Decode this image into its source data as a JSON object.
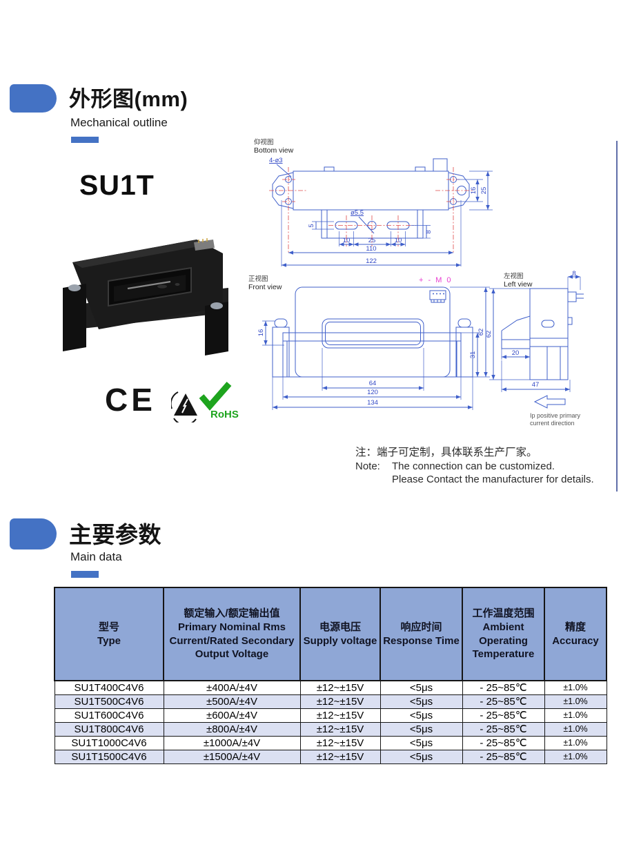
{
  "colors": {
    "accent": "#4472c4",
    "table_header_bg": "#8fa7d6",
    "table_row_alt": "#dbe0f2",
    "drawing_line_blue": "#3f5fca",
    "centerline_red": "#e04848",
    "connector_label_magenta": "#e83bd0",
    "rohs_green": "#1ea41e"
  },
  "outline_section": {
    "title": "外形图(mm)",
    "subtitle": "Mechanical outline",
    "product_name": "SU1T",
    "certifications": {
      "ce": "CE",
      "rohs": "RoHS",
      "check": "✓"
    },
    "bottom_view": {
      "label_zh": "仰视图",
      "label_en": "Bottom view",
      "dim_holes": "4-ø3",
      "dim_center_hole": "ø5.5",
      "dim_slot_height": "5",
      "dim_foot": "8",
      "dim_pitch_left": "10",
      "dim_center": "25",
      "dim_pitch_right": "10",
      "dim_body_width": "110",
      "dim_overall_width": "122",
      "dim_hole_span": "16",
      "dim_height": "25"
    },
    "front_view": {
      "label_zh": "正视图",
      "label_en": "Front view",
      "connector_label": "+ - M 0",
      "dim_tab": "16",
      "dim_overall_height": "62",
      "dim_base_height": "31",
      "dim_window_width": "64",
      "dim_inner_width": "120",
      "dim_overall_width": "134"
    },
    "left_view": {
      "label_zh": "左视图",
      "label_en": "Left view",
      "dim_connector": "8",
      "dim_overall_height": "62",
      "dim_foot_width": "20",
      "dim_depth": "47",
      "arrow_caption_line1": "Ip positive primary",
      "arrow_caption_line2": "current direction"
    },
    "note": {
      "zh": "注：端子可定制，具体联系生产厂家。",
      "label": "Note:",
      "line1": "The connection can be customized.",
      "line2": "Please Contact the manufacturer for details."
    }
  },
  "main_data_section": {
    "title": "主要参数",
    "subtitle": "Main data",
    "table": {
      "headers": [
        {
          "zh": "型号",
          "en": "Type"
        },
        {
          "zh": "额定输入/额定输出值",
          "en": "Primary Nominal Rms Current/Rated Secondary Output Voltage"
        },
        {
          "zh": "电源电压",
          "en": "Supply voltage"
        },
        {
          "zh": "响应时间",
          "en": "Response Time"
        },
        {
          "zh": "工作温度范围",
          "en": "Ambient Operating Temperature"
        },
        {
          "zh": "精度",
          "en": "Accuracy"
        }
      ],
      "rows": [
        [
          "SU1T400C4V6",
          "±400A/±4V",
          "±12~±15V",
          "<5μs",
          "- 25~85℃",
          "±1.0%"
        ],
        [
          "SU1T500C4V6",
          "±500A/±4V",
          "±12~±15V",
          "<5μs",
          "- 25~85℃",
          "±1.0%"
        ],
        [
          "SU1T600C4V6",
          "±600A/±4V",
          "±12~±15V",
          "<5μs",
          "- 25~85℃",
          "±1.0%"
        ],
        [
          "SU1T800C4V6",
          "±800A/±4V",
          "±12~±15V",
          "<5μs",
          "- 25~85℃",
          "±1.0%"
        ],
        [
          "SU1T1000C4V6",
          "±1000A/±4V",
          "±12~±15V",
          "<5μs",
          "- 25~85℃",
          "±1.0%"
        ],
        [
          "SU1T1500C4V6",
          "±1500A/±4V",
          "±12~±15V",
          "<5μs",
          "- 25~85℃",
          "±1.0%"
        ]
      ]
    }
  }
}
